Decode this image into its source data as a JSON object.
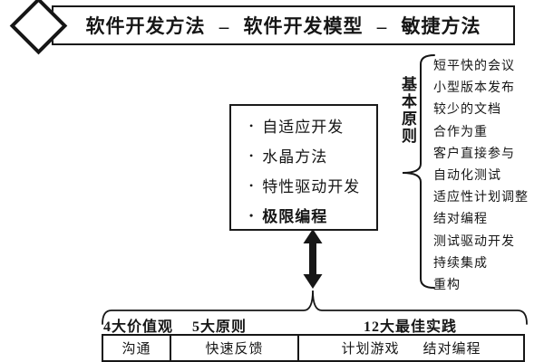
{
  "banner": {
    "title": "软件开发方法 – 软件开发模型 – 敏捷方法"
  },
  "agile_box": {
    "bullet": "•",
    "items": [
      "自适应开发",
      "水晶方法",
      "特性驱动开发",
      "极限编程"
    ]
  },
  "principles": {
    "label": "基本原则",
    "items": [
      "短平快的会议",
      "小型版本发布",
      "较少的文档",
      "合作为重",
      "客户直接参与",
      "自动化测试",
      "适应性计划调整",
      "结对编程",
      "测试驱动开发",
      "持续集成",
      "重构"
    ]
  },
  "xp_table": {
    "headers": [
      "4大价值观",
      "5大原则",
      "12大最佳实践"
    ],
    "row": {
      "values_cell": "沟通",
      "principles_cell": "快速反馈",
      "practices_cell": [
        "计划游戏",
        "结对编程"
      ]
    }
  },
  "icons": {
    "diamond": "rotated-square-outline",
    "double_arrow": "thick-vertical-double-arrow",
    "principles_brace": "left-curly-brace",
    "practices_brace": "top-curly-brace"
  },
  "colors": {
    "ink": "#161616",
    "background": "#ffffff"
  }
}
